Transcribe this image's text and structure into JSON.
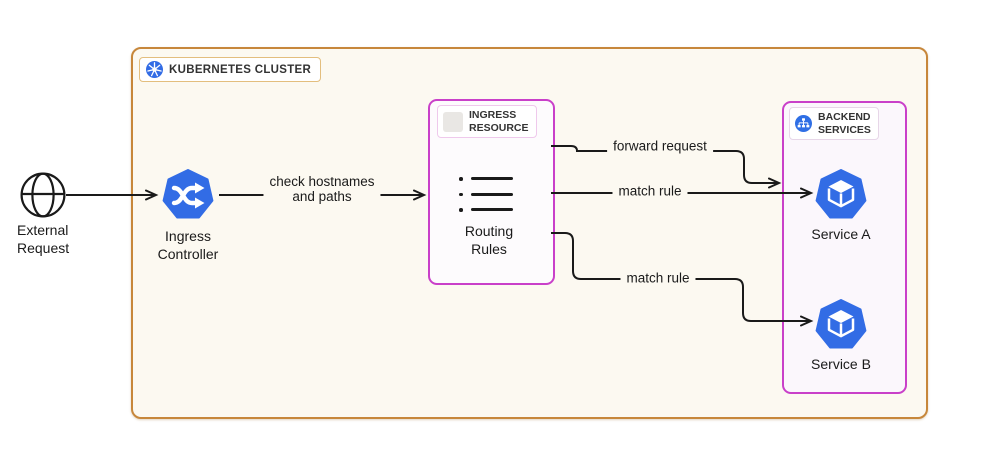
{
  "cluster": {
    "label": "KUBERNETES CLUSTER"
  },
  "external": {
    "label": "External\nRequest"
  },
  "ingress_controller": {
    "label": "Ingress\nController"
  },
  "ingress_resource": {
    "title": "INGRESS\nRESOURCE",
    "routing_rules_label": "Routing\nRules"
  },
  "backend": {
    "title": "BACKEND\nSERVICES",
    "service_a_label": "Service A",
    "service_b_label": "Service B"
  },
  "edges": {
    "check_hostnames": "check hostnames\nand paths",
    "forward_request": "forward request",
    "match_rule_a": "match rule",
    "match_rule_b": "match rule"
  },
  "icons": {
    "external": "globe-icon",
    "cluster": "kubernetes-helm-icon",
    "ingress_controller": "ingress-shuffle-icon",
    "ingress_resource_placeholder": "blank-square-icon",
    "routing_rules": "list-lines-icon",
    "backend": "network-sitemap-icon",
    "service_a": "pod-cube-icon",
    "service_b": "pod-cube-icon"
  },
  "colors": {
    "cluster_border": "#C7873B",
    "cluster_fill": "#FCF9F1",
    "magenta_border": "#C940C9",
    "kubernetes_blue": "#326CE5",
    "line": "#1A1A1A"
  }
}
